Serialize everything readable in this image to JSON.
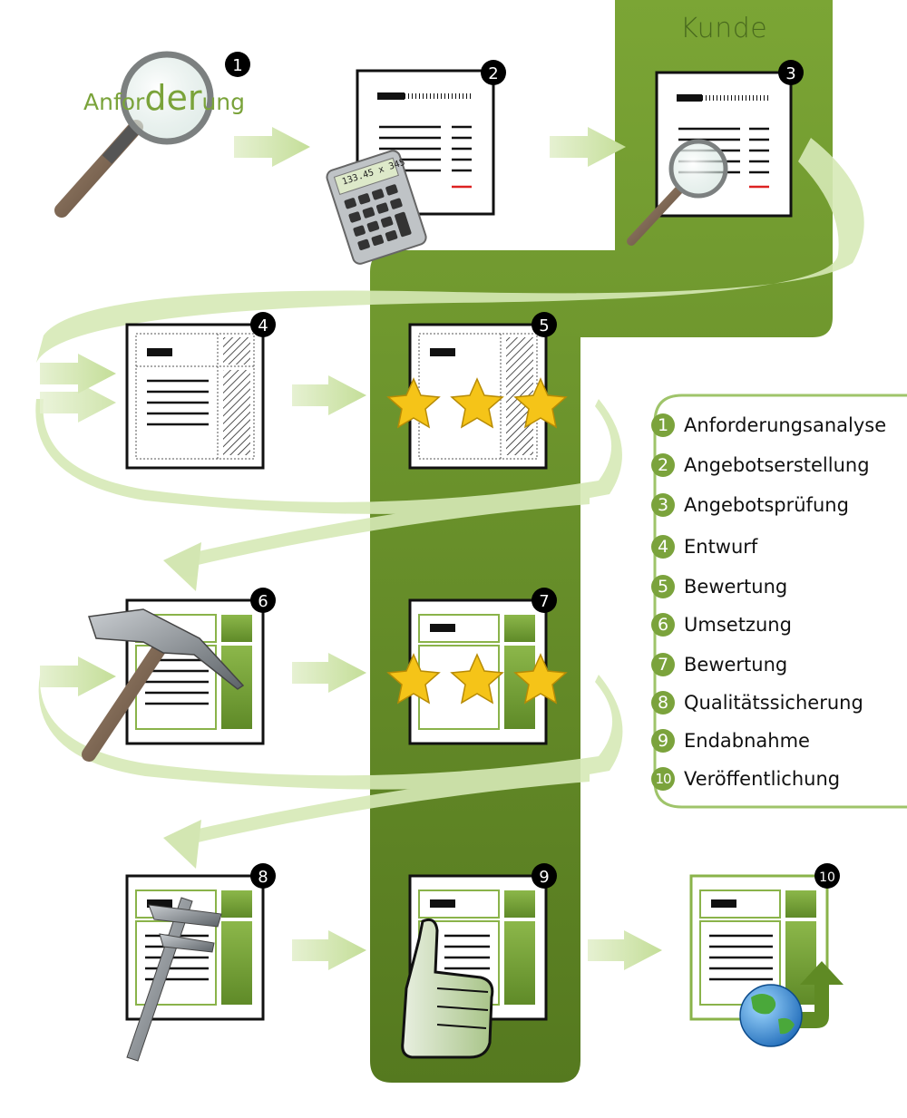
{
  "customer_label": "Kunde",
  "requirement_word": {
    "part1": "Anfor",
    "part2": "der",
    "part3": "ung"
  },
  "calculator_display": "133.45 x 345",
  "step_badges": [
    "1",
    "2",
    "3",
    "4",
    "5",
    "6",
    "7",
    "8",
    "9",
    "10"
  ],
  "legend": {
    "items": [
      {
        "num": "1",
        "label": "Anforderungsanalyse"
      },
      {
        "num": "2",
        "label": "Angebotserstellung"
      },
      {
        "num": "3",
        "label": "Angebotsprüfung"
      },
      {
        "num": "4",
        "label": "Entwurf"
      },
      {
        "num": "5",
        "label": "Bewertung"
      },
      {
        "num": "6",
        "label": "Umsetzung"
      },
      {
        "num": "7",
        "label": "Bewertung"
      },
      {
        "num": "8",
        "label": "Qualitätssicherung"
      },
      {
        "num": "9",
        "label": "Endabnahme"
      },
      {
        "num": "10",
        "label": "Veröffentlichung"
      }
    ]
  },
  "colors": {
    "customer_band": "#6f9a2c",
    "customer_band_dark": "#5a8022",
    "flow_arrow": "#d4e7b2",
    "legend_badge": "#7ba33c",
    "accent_green": "#8ab34a",
    "star": "#f5c418"
  }
}
